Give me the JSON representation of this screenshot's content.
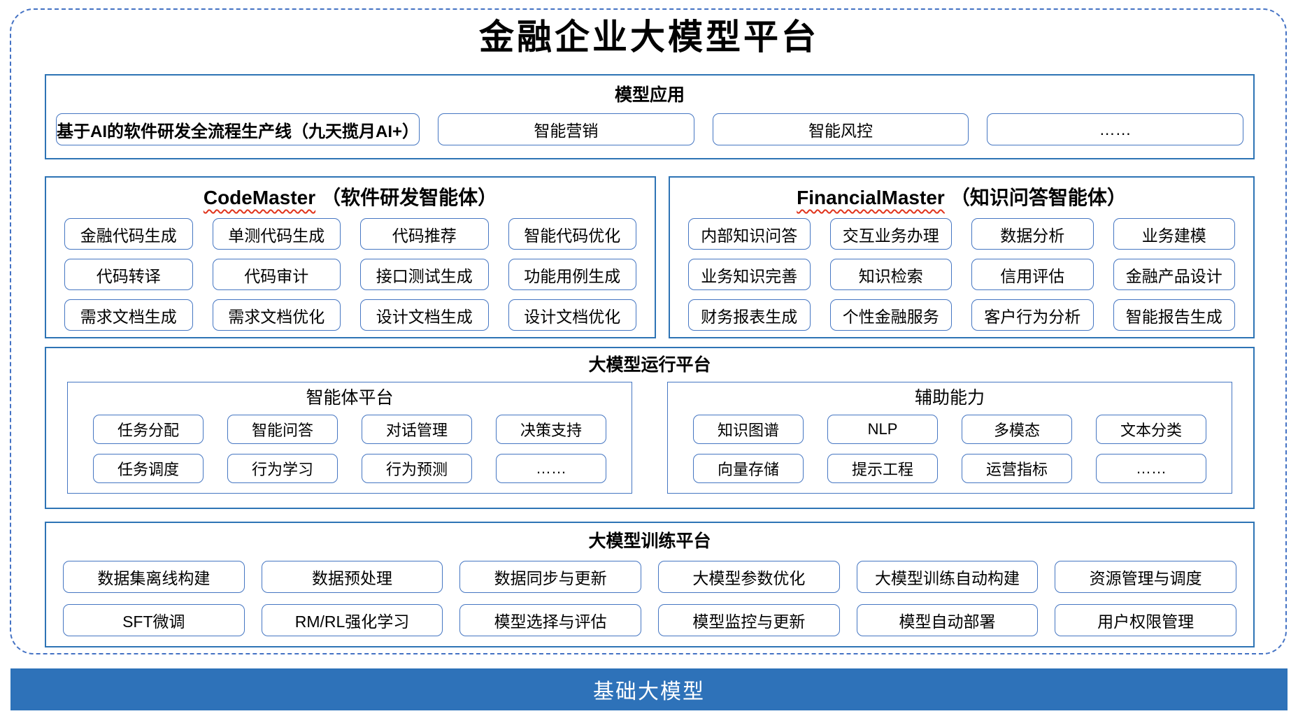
{
  "title": "金融企业大模型平台",
  "colors": {
    "section_border": "#2E74B5",
    "chip_border": "#4576C2",
    "dashed_frame": "#4472C4",
    "squiggle_red": "#E0331C",
    "foundation_bar_bg": "#2E72B9",
    "foundation_bar_text": "#FFFFFF"
  },
  "model_app": {
    "header": "模型应用",
    "pipeline": "基于AI的软件研发全流程生产线（九天揽月AI+）",
    "chips": [
      "智能营销",
      "智能风控",
      "……"
    ]
  },
  "code_master": {
    "name": "CodeMaster",
    "subtitle": "（软件研发智能体）",
    "chips": [
      "金融代码生成",
      "单测代码生成",
      "代码推荐",
      "智能代码优化",
      "代码转译",
      "代码审计",
      "接口测试生成",
      "功能用例生成",
      "需求文档生成",
      "需求文档优化",
      "设计文档生成",
      "设计文档优化"
    ]
  },
  "financial_master": {
    "name": "FinancialMaster",
    "subtitle": "（知识问答智能体）",
    "chips": [
      "内部知识问答",
      "交互业务办理",
      "数据分析",
      "业务建模",
      "业务知识完善",
      "知识检索",
      "信用评估",
      "金融产品设计",
      "财务报表生成",
      "个性金融服务",
      "客户行为分析",
      "智能报告生成"
    ]
  },
  "runtime": {
    "header": "大模型运行平台",
    "agent_platform": {
      "header": "智能体平台",
      "chips": [
        "任务分配",
        "智能问答",
        "对话管理",
        "决策支持",
        "任务调度",
        "行为学习",
        "行为预测",
        "……"
      ]
    },
    "aux_ability": {
      "header": "辅助能力",
      "chips": [
        "知识图谱",
        "NLP",
        "多模态",
        "文本分类",
        "向量存储",
        "提示工程",
        "运营指标",
        "……"
      ]
    }
  },
  "training": {
    "header": "大模型训练平台",
    "chips": [
      "数据集离线构建",
      "数据预处理",
      "数据同步与更新",
      "大模型参数优化",
      "大模型训练自动构建",
      "资源管理与调度",
      "SFT微调",
      "RM/RL强化学习",
      "模型选择与评估",
      "模型监控与更新",
      "模型自动部署",
      "用户权限管理"
    ]
  },
  "foundation": {
    "label": "基础大模型"
  }
}
